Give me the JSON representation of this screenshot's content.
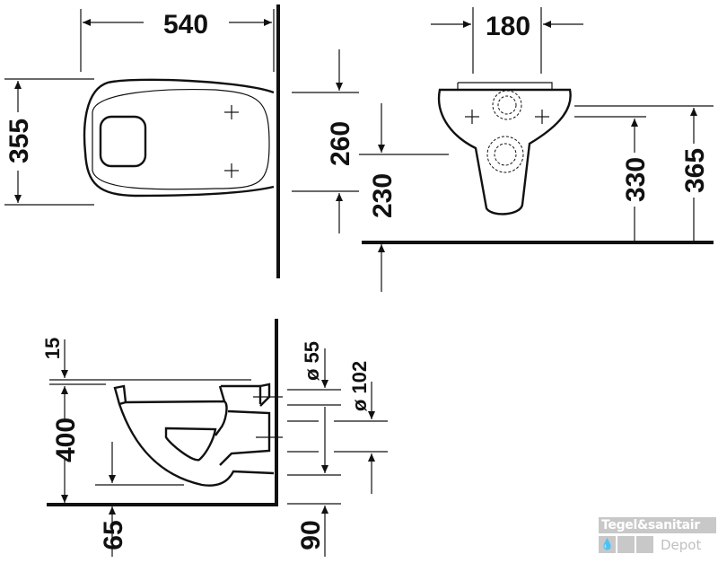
{
  "top_view": {
    "width": "540",
    "depth": "355",
    "fixing_height_offset": "260"
  },
  "front_view": {
    "fixing_spacing": "180",
    "offset": "230",
    "height_330": "330",
    "height_365": "365"
  },
  "side_view": {
    "seat_offset": "15",
    "bowl_height": "400",
    "bottom_clearance": "65",
    "outlet_diameter": "ø 55",
    "inlet_diameter": "ø 102",
    "outlet_height": "90"
  },
  "watermark": {
    "brand": "Tegel&sanitair",
    "sub": "Depot"
  }
}
